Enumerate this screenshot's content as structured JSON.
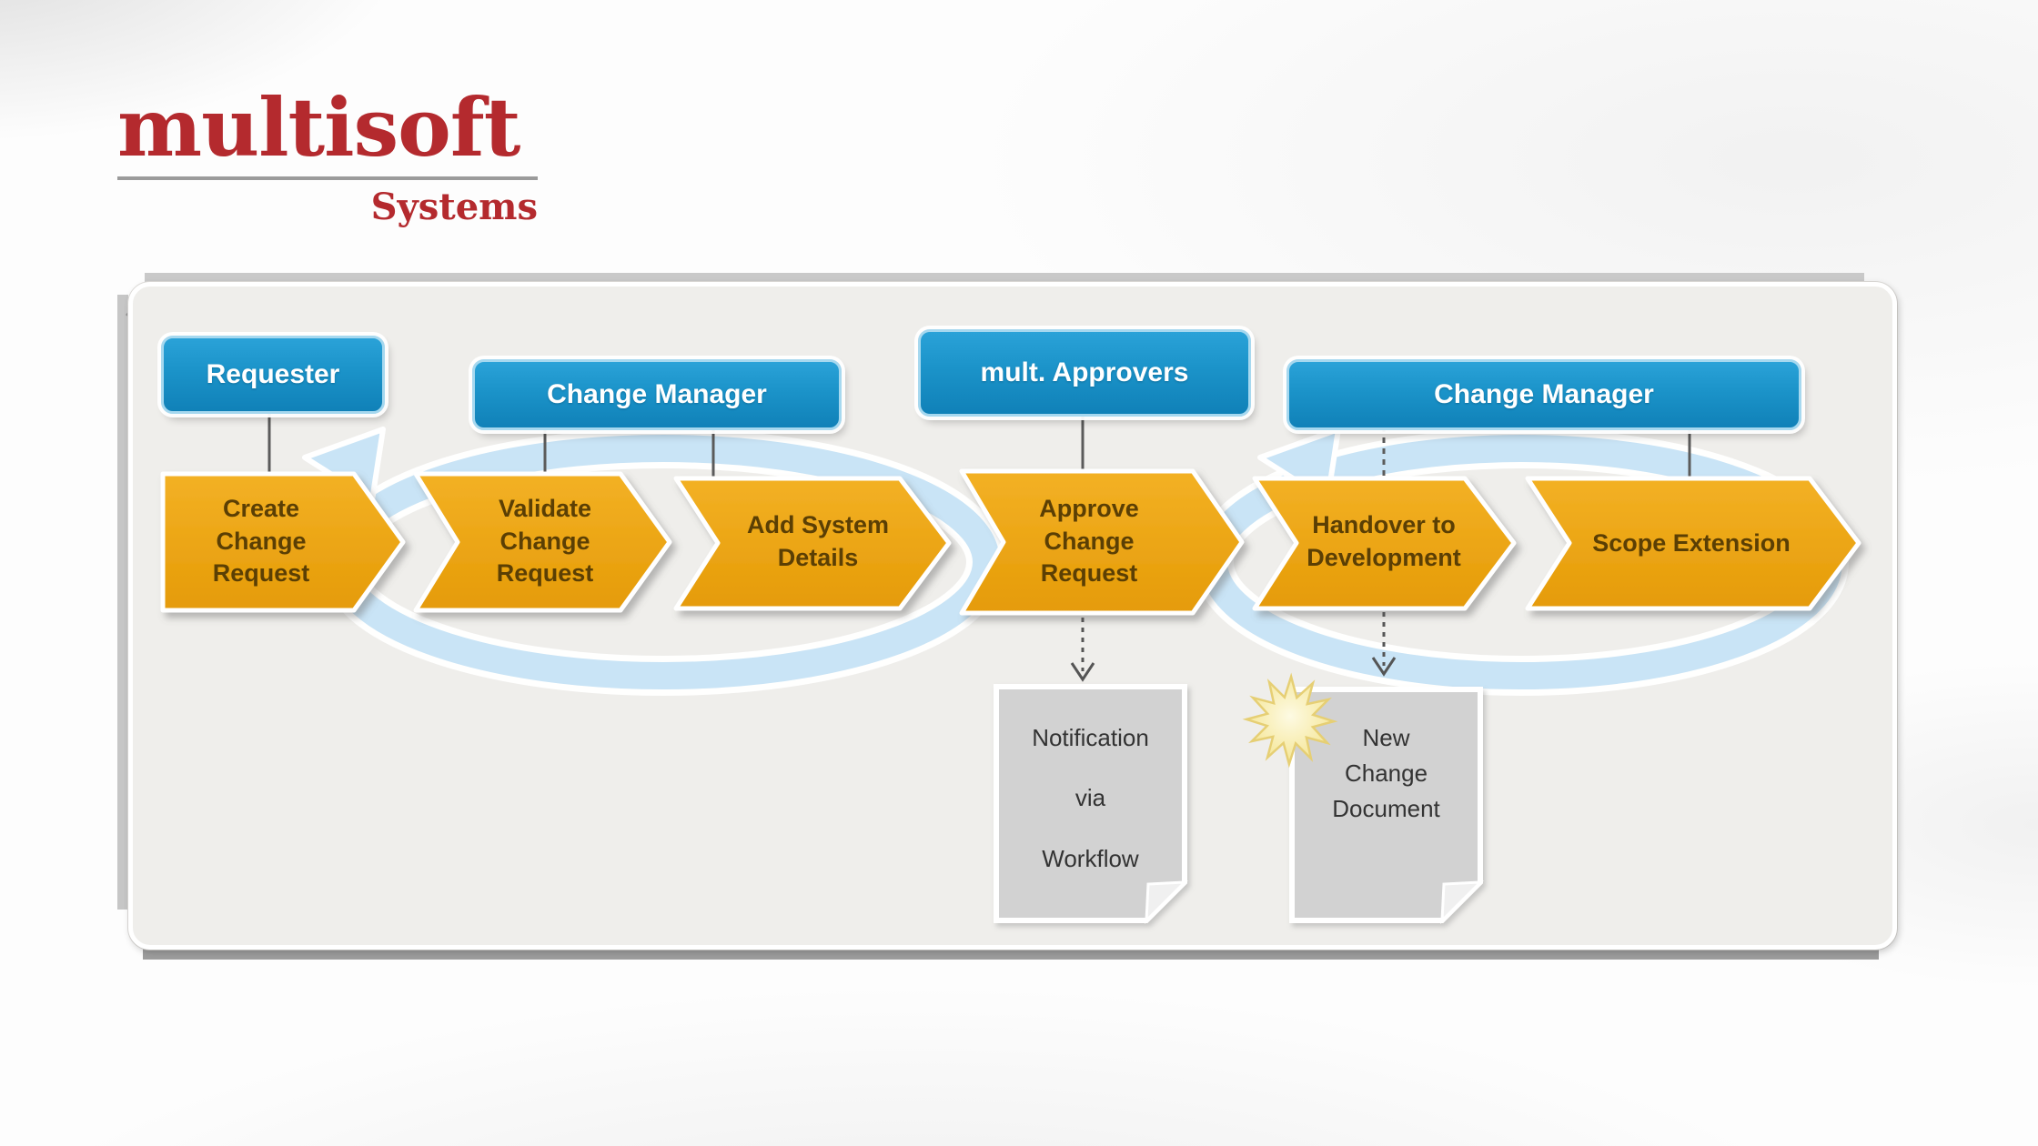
{
  "logo": {
    "brand": "multisoft",
    "subtitle": "Systems"
  },
  "diagram": {
    "roles": [
      {
        "label": "Requester"
      },
      {
        "label": "Change Manager"
      },
      {
        "label": "mult. Approvers"
      },
      {
        "label": "Change Manager"
      }
    ],
    "steps": [
      {
        "label": "Create\nChange\nRequest"
      },
      {
        "label": "Validate\nChange\nRequest"
      },
      {
        "label": "Add System\nDetails"
      },
      {
        "label": "Approve\nChange\nRequest"
      },
      {
        "label": "Handover to\nDevelopment"
      },
      {
        "label": "Scope Extension"
      }
    ],
    "documents": [
      {
        "label": "Notification\nvia\nWorkflow"
      },
      {
        "label": "New\nChange\nDocument"
      }
    ],
    "colors": {
      "logo_red": "#B42A2E",
      "role_blue": "#1991C8",
      "role_border_light": "#A6D8EF",
      "step_orange": "#EEA614",
      "step_text_brown": "#5B3F04",
      "loop_light_blue": "#C9E4F6",
      "document_gray": "#D2D2D2",
      "panel_background": "#EFEEEB",
      "starburst_yellow": "#F4E48E"
    }
  }
}
